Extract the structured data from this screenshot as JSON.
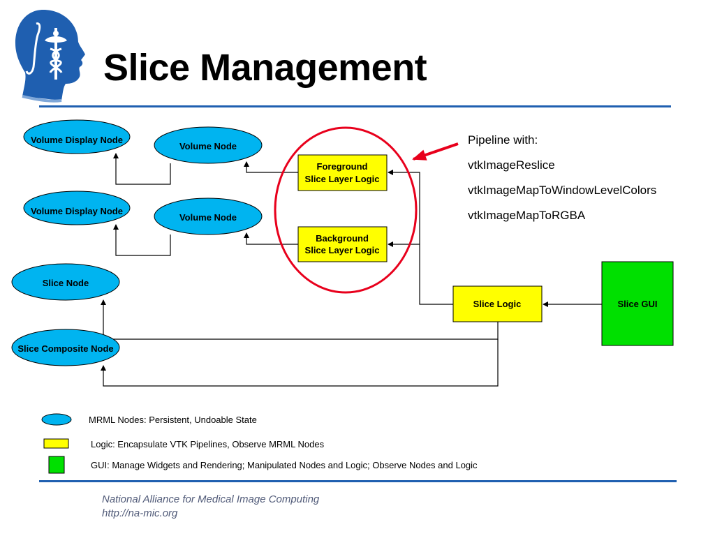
{
  "slide": {
    "title": "Slice Management"
  },
  "nodes": {
    "volume_display_node_1": "Volume Display Node",
    "volume_node_1": "Volume Node",
    "volume_display_node_2": "Volume Display Node",
    "volume_node_2": "Volume Node",
    "slice_node": "Slice Node",
    "slice_composite_node": "Slice Composite Node",
    "foreground_line1": "Foreground",
    "foreground_line2": "Slice Layer Logic",
    "background_line1": "Background",
    "background_line2": "Slice Layer Logic",
    "slice_logic": "Slice Logic",
    "slice_gui": "Slice GUI"
  },
  "pipeline": {
    "heading": "Pipeline with:",
    "items": [
      "vtkImageReslice",
      "vtkImageMapToWindowLevelColors",
      "vtkImageMapToRGBA"
    ]
  },
  "legend": {
    "mrml": "MRML Nodes: Persistent, Undoable State",
    "logic": "Logic: Encapsulate VTK Pipelines, Observe MRML Nodes",
    "gui": "GUI: Manage Widgets and Rendering; Manipulated Nodes and Logic; Observe Nodes and Logic"
  },
  "footer": {
    "org": "National Alliance for Medical Image Computing",
    "url": "http://na-mic.org"
  },
  "colors": {
    "mrml_node": "#00b4f0",
    "logic": "#ffff00",
    "gui": "#00e000",
    "highlight": "#e8001c",
    "rule": "#1f5fb0"
  }
}
